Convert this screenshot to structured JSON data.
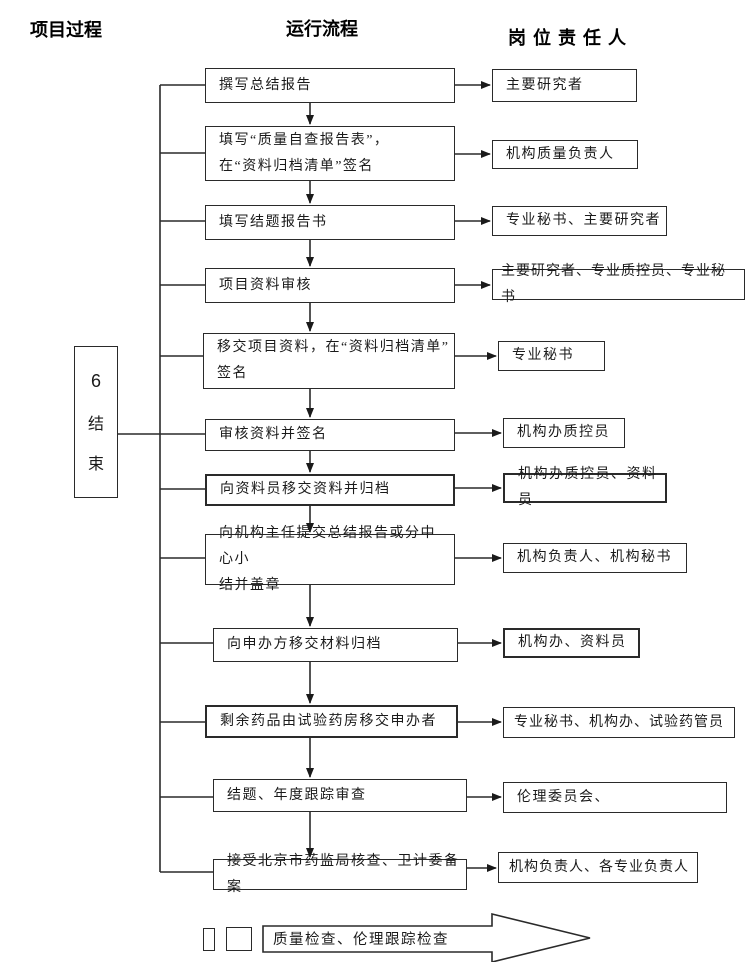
{
  "headers": {
    "process_stage": "项目过程",
    "flow": "运行流程",
    "responsible": "岗位责任人"
  },
  "end_box": {
    "number": "6",
    "char1": "结",
    "char2": "束"
  },
  "rows": [
    {
      "process": "撰写总结报告",
      "owner": "主要研究者"
    },
    {
      "process": "填写“质量自查报告表”，\n在“资料归档清单”签名",
      "owner": "机构质量负责人"
    },
    {
      "process": "填写结题报告书",
      "owner": "专业秘书、主要研究者"
    },
    {
      "process": "项目资料审核",
      "owner": "主要研究者、专业质控员、专业秘书"
    },
    {
      "process": "移交项目资料，在“资料归档清单”\n签名",
      "owner": "专业秘书"
    },
    {
      "process": "审核资料并签名",
      "owner": "机构办质控员"
    },
    {
      "process": "向资料员移交资料并归档",
      "owner": "机构办质控员、资料员"
    },
    {
      "process": "向机构主任提交总结报告或分中心小\n结并盖章",
      "owner": "机构负责人、机构秘书"
    },
    {
      "process": "向申办方移交材料归档",
      "owner": "机构办、资料员"
    },
    {
      "process": "剩余药品由试验药房移交申办者",
      "owner": "专业秘书、机构办、试验药管员"
    },
    {
      "process": "结题、年度跟踪审查",
      "owner": "伦理委员会、"
    },
    {
      "process": "接受北京市药监局核查、卫计委备案",
      "owner": "机构负责人、各专业负责人"
    }
  ],
  "legend": {
    "arrow_text": "质量检查、伦理跟踪检查"
  },
  "colors": {
    "line": "#2a2a2a",
    "text": "#1a1a1a",
    "background": "#ffffff"
  }
}
